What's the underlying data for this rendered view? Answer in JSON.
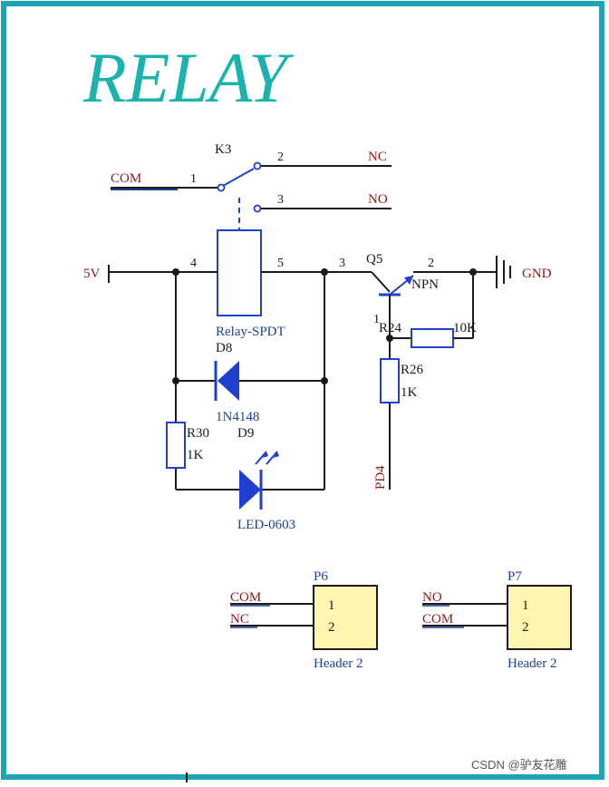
{
  "title": "RELAY",
  "relay": {
    "ref": "K3",
    "type": "Relay-SPDT",
    "pin1": "1",
    "pin2": "2",
    "pin3": "3",
    "pin4": "4",
    "pin5": "5"
  },
  "nets": {
    "com": "COM",
    "nc": "NC",
    "no": "NO",
    "v5": "5V",
    "gnd": "GND",
    "pd4": "PD4"
  },
  "transistor": {
    "ref": "Q5",
    "type": "NPN",
    "pin1": "1",
    "pin2": "2",
    "pin3": "3"
  },
  "resistors": {
    "r24": {
      "ref": "R24",
      "value": "10K"
    },
    "r26": {
      "ref": "R26",
      "value": "1K"
    },
    "r30": {
      "ref": "R30",
      "value": "1K"
    }
  },
  "diodes": {
    "d8": {
      "ref": "D8",
      "value": "1N4148"
    },
    "d9": {
      "ref": "D9",
      "value": "LED-0603"
    }
  },
  "headers": {
    "p6": {
      "ref": "P6",
      "type": "Header 2",
      "pin1": "1",
      "pin2": "2",
      "net1": "COM",
      "net2": "NC"
    },
    "p7": {
      "ref": "P7",
      "type": "Header 2",
      "pin1": "1",
      "pin2": "2",
      "net1": "NO",
      "net2": "COM"
    }
  },
  "watermark": "CSDN @驴友花雕",
  "colors": {
    "frame": "#1aa7b3",
    "title": "#1ab3ad",
    "wire": "#1a1a1a",
    "component_blue": "#1f3fd0",
    "net_label": "#8b1a1a",
    "header_fill": "#fdf5b0"
  }
}
